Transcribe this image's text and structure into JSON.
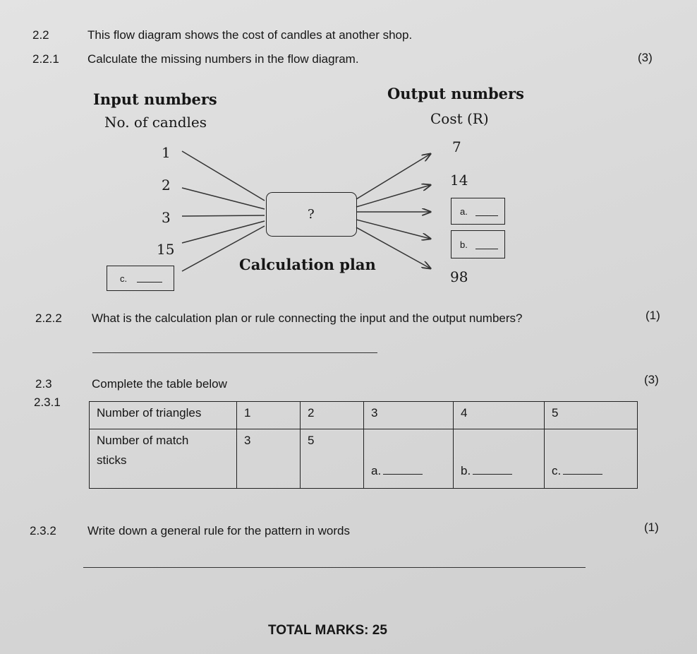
{
  "q2_2": {
    "num": "2.2",
    "text": "This flow diagram shows the cost of candles at another shop."
  },
  "q2_2_1": {
    "num": "2.2.1",
    "text": "Calculate the missing numbers in the flow diagram.",
    "marks": "(3)"
  },
  "diagram": {
    "input_title": "Input numbers",
    "input_subtitle": "No. of candles",
    "output_title": "Output numbers",
    "output_subtitle": "Cost (R)",
    "inputs": [
      "1",
      "2",
      "3",
      "15",
      "c."
    ],
    "outputs": [
      "7",
      "14",
      "a.",
      "b.",
      "98"
    ],
    "plan_symbol": "?",
    "plan_label": "Calculation plan"
  },
  "q2_2_2": {
    "num": "2.2.2",
    "text": "What is the calculation plan  or rule connecting the input and the output numbers?",
    "marks": "(1)"
  },
  "q2_3": {
    "num": "2.3",
    "text": "Complete the table below",
    "marks": "(3)"
  },
  "q2_3_1": {
    "num": "2.3.1"
  },
  "table": {
    "row1_header": "Number of triangles",
    "row1_values": [
      "1",
      "2",
      "3",
      "4",
      "5"
    ],
    "row2_header_line1": "Number of match",
    "row2_header_line2": "sticks",
    "row2_values": [
      "3",
      "5",
      "a.",
      "b.",
      "c."
    ]
  },
  "q2_3_2": {
    "num": "2.3.2",
    "text": "Write down a general rule for the pattern in words",
    "marks": "(1)"
  },
  "footer": {
    "total": "TOTAL MARKS: 25"
  }
}
